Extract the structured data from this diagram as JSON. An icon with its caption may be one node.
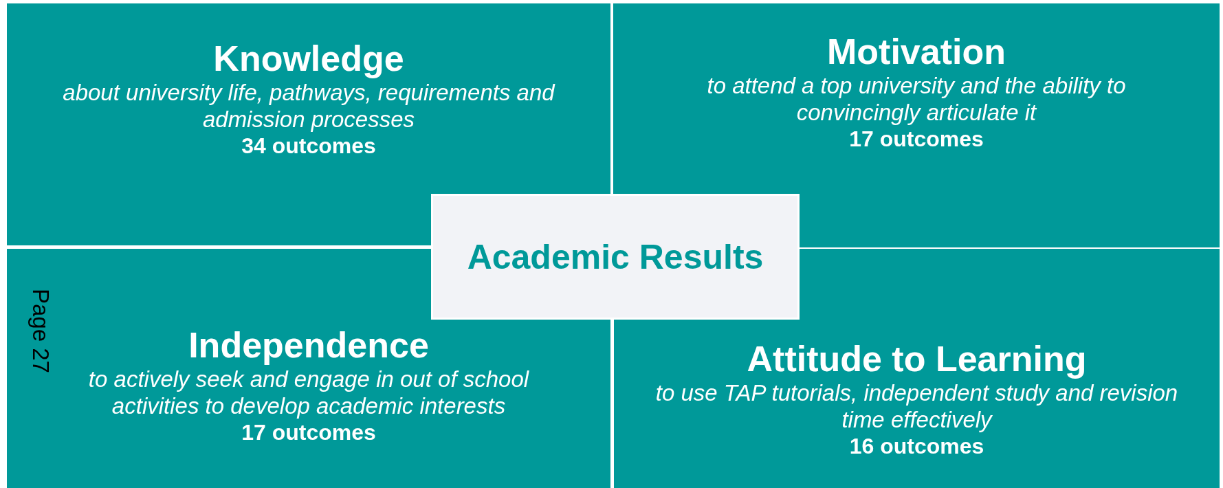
{
  "diagram": {
    "nodes": [
      {
        "text": [
          "Knowledge",
          "about university life, pathways, requirements and admission processes",
          "34 outcomes"
        ]
      },
      {
        "text": [
          "Motivation",
          "to attend a top university and the ability to convincingly articulate it",
          "17 outcomes"
        ]
      },
      {
        "text": [
          "Independence",
          "to actively seek and engage in out of school activities to develop academic interests",
          "17 outcomes"
        ]
      },
      {
        "text": [
          "Attitude to Learning",
          "to use TAP tutorials, independent study and revision time effectively",
          "16 outcomes"
        ]
      },
      {
        "text": [
          "Academic Results"
        ]
      }
    ],
    "labels": [
      "Page 27"
    ]
  }
}
